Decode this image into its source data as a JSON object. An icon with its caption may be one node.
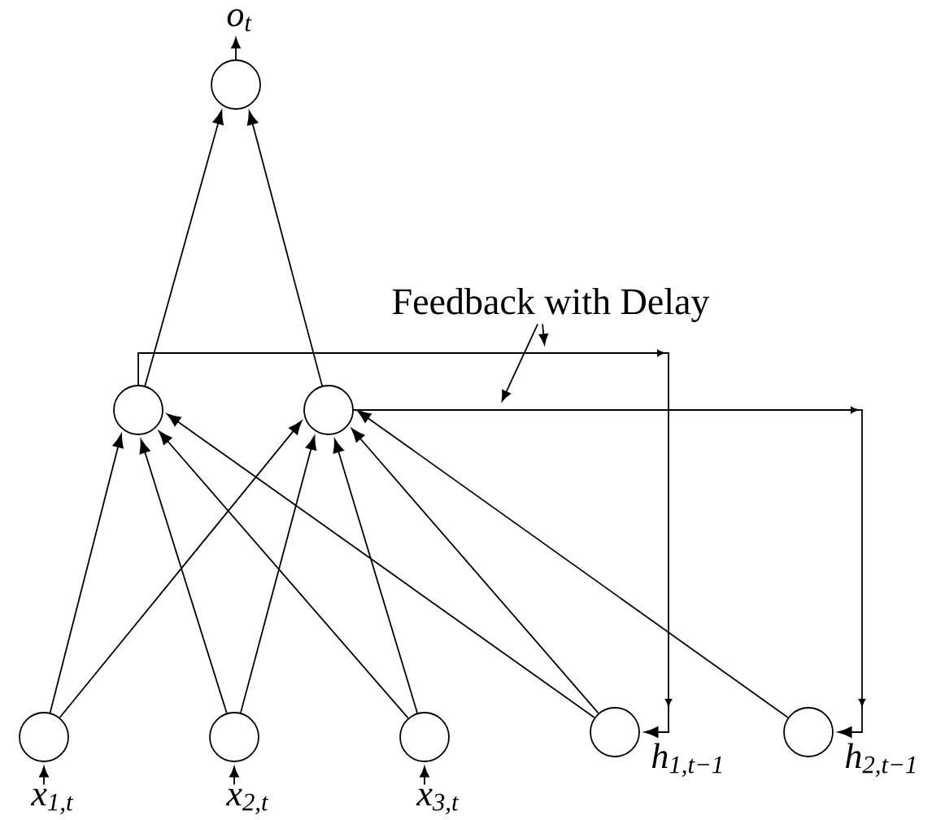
{
  "diagram": {
    "nodes": [
      {
        "text": [
          "o$_{t}$"
        ]
      },
      {
        "text": [],
        "shape": "circle"
      },
      {
        "text": [
          "Feedback with Delay"
        ]
      },
      {
        "text": [],
        "shape": "circle"
      },
      {
        "text": [],
        "shape": "circle"
      },
      {
        "text": [],
        "shape": "circle"
      },
      {
        "text": [],
        "shape": "circle"
      },
      {
        "text": [],
        "shape": "circle"
      },
      {
        "text": [],
        "shape": "circle",
        "beside": [
          "h$_{1,t−1}$"
        ]
      },
      {
        "text": [],
        "shape": "circle",
        "beside": [
          "h$_{2,t−1}$"
        ]
      },
      {
        "text": [
          "x$_{1,t}$"
        ]
      },
      {
        "text": [
          "x$_{2,t}$"
        ]
      },
      {
        "text": [
          "x$_{3,t}$"
        ]
      }
    ],
    "edges": [
      {
        "from": 1,
        "to": 0,
        "arrow": "to"
      },
      {
        "from": 3,
        "to": 1,
        "arrow": "to"
      },
      {
        "from": 4,
        "to": 1,
        "arrow": "to"
      },
      {
        "from": 3,
        "to": 8,
        "arrow": "to"
      },
      {
        "from": 4,
        "to": 9,
        "arrow": "to"
      },
      {
        "from": 2,
        "to": null,
        "arrow": "to"
      },
      {
        "from": 2,
        "to": null,
        "arrow": "to"
      },
      {
        "from": 5,
        "to": 3,
        "arrow": "to"
      },
      {
        "from": 6,
        "to": 3,
        "arrow": "to"
      },
      {
        "from": 7,
        "to": 3,
        "arrow": "to"
      },
      {
        "from": 5,
        "to": 4,
        "arrow": "to"
      },
      {
        "from": 6,
        "to": 4,
        "arrow": "to"
      },
      {
        "from": 7,
        "to": 4,
        "arrow": "to"
      },
      {
        "from": 8,
        "to": 3,
        "arrow": "to"
      },
      {
        "from": 8,
        "to": 4,
        "arrow": "to"
      },
      {
        "from": 9,
        "to": 4,
        "arrow": "to"
      },
      {
        "from": 10,
        "to": 5,
        "arrow": "to"
      },
      {
        "from": 11,
        "to": 6,
        "arrow": "to"
      },
      {
        "from": 12,
        "to": 7,
        "arrow": "to"
      }
    ]
  }
}
